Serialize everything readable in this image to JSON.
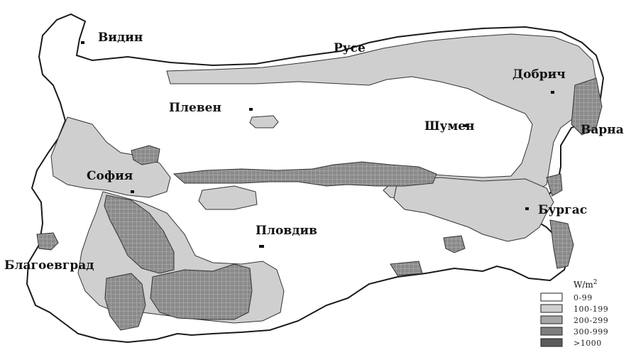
{
  "map": {
    "cities": [
      {
        "id": "vidin",
        "label": "Видин"
      },
      {
        "id": "ruse",
        "label": "Русе"
      },
      {
        "id": "dobrich",
        "label": "Добрич"
      },
      {
        "id": "pleven",
        "label": "Плевен"
      },
      {
        "id": "shumen",
        "label": "Шумен"
      },
      {
        "id": "varna",
        "label": "Варна"
      },
      {
        "id": "sofia",
        "label": "София"
      },
      {
        "id": "burgas",
        "label": "Бургас"
      },
      {
        "id": "plovdiv",
        "label": "Пловдив"
      },
      {
        "id": "blagoevgrad",
        "label": "Благоевград"
      }
    ],
    "legend": {
      "title": "W/m",
      "title_sup": "2",
      "classes": [
        {
          "label": "0-99",
          "color": "#ffffff"
        },
        {
          "label": "100-199",
          "color": "#cfcfcf"
        },
        {
          "label": "200-299",
          "color": "#a6a6a6"
        },
        {
          "label": "300-999",
          "color": "#7f7f7f"
        },
        {
          "label": ">1000",
          "color": "#5b5b5b"
        }
      ]
    }
  }
}
